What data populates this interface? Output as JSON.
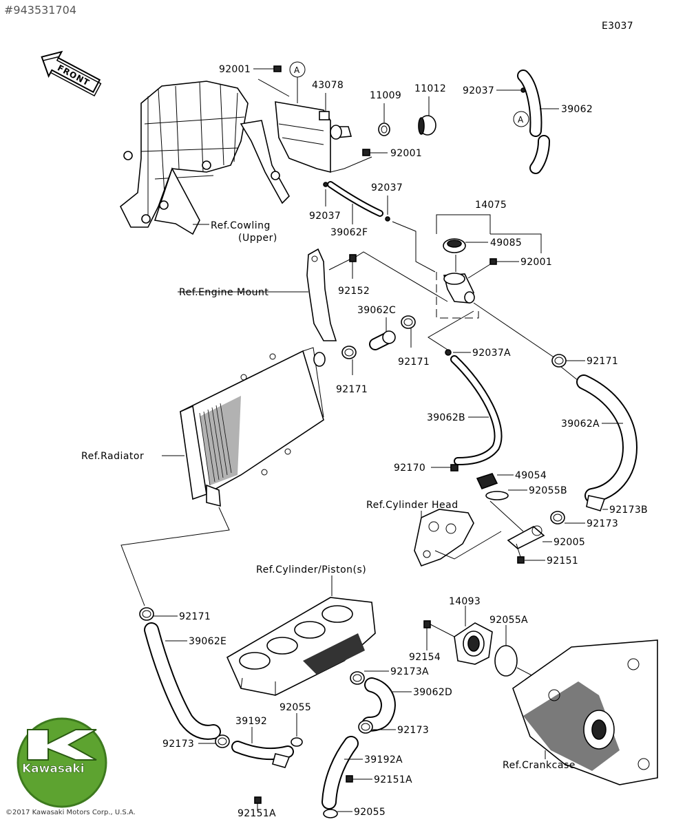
{
  "header": {
    "image_id_label": "#943531704",
    "diagram_code": "E3037",
    "front_label": "FRONT",
    "marker_a": "A"
  },
  "parts": {
    "p92001_top": "92001",
    "p43078": "43078",
    "p11009": "11009",
    "p11012": "11012",
    "p92037_topright": "92037",
    "p39062": "39062",
    "p92001_mid": "92001",
    "p92037_left": "92037",
    "p92037_right": "92037",
    "p39062F": "39062F",
    "p14075": "14075",
    "p49085": "49085",
    "p92001_therm": "92001",
    "p92152": "92152",
    "p39062C": "39062C",
    "p92171_a": "92171",
    "p92171_b": "92171",
    "p92037A": "92037A",
    "p92171_c": "92171",
    "p39062B": "39062B",
    "p39062A": "39062A",
    "p92170": "92170",
    "p49054": "49054",
    "p92055B": "92055B",
    "p92173B": "92173B",
    "p92173_r": "92173",
    "p92005": "92005",
    "p92151": "92151",
    "p92171_d": "92171",
    "p39062E": "39062E",
    "p14093": "14093",
    "p92055A": "92055A",
    "p92154": "92154",
    "p92173A": "92173A",
    "p39062D": "39062D",
    "p92055_mid": "92055",
    "p39192": "39192",
    "p92173_bl": "92173",
    "p92173_bm": "92173",
    "p39192A": "39192A",
    "p92151A_r": "92151A",
    "p92151A_l": "92151A",
    "p92055_bot": "92055"
  },
  "refs": {
    "cowling_line1": "Ref.Cowling",
    "cowling_line2": "(Upper)",
    "engine_mount": "Ref.Engine Mount",
    "radiator": "Ref.Radiator",
    "cylinder_head": "Ref.Cylinder Head",
    "cylinder_piston": "Ref.Cylinder/Piston(s)",
    "crankcase": "Ref.Crankcase"
  },
  "footer": {
    "logo_text": "Kawasaki",
    "copyright": "©2017 Kawasaki Motors Corp., U.S.A."
  }
}
